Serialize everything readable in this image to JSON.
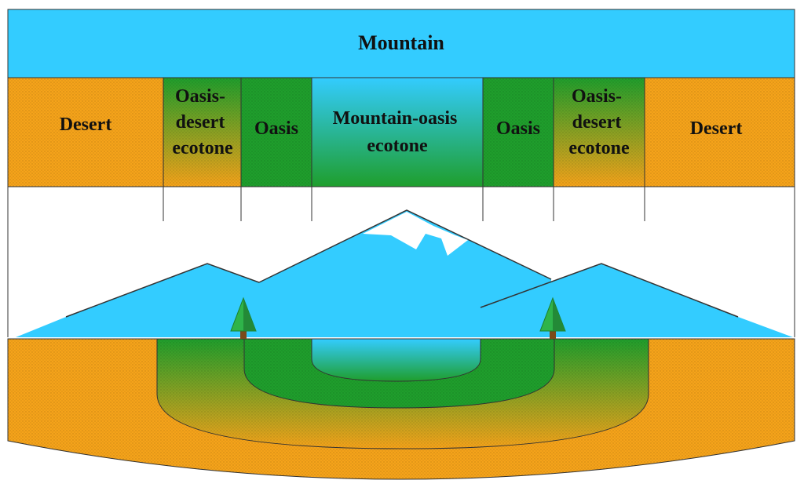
{
  "title": "Mountain",
  "zones": {
    "desert_left": [
      "Desert"
    ],
    "ecotone_left": [
      "Oasis-",
      "desert",
      "ecotone"
    ],
    "oasis_left": [
      "Oasis"
    ],
    "mountain_ecotone": [
      "Mountain-oasis",
      "ecotone"
    ],
    "oasis_right": [
      "Oasis"
    ],
    "ecotone_right": [
      "Oasis-",
      "desert",
      "ecotone"
    ],
    "desert_right": [
      "Desert"
    ]
  },
  "colors": {
    "mountain": "#33ccff",
    "desert": "#f5a31a",
    "oasis": "#1f9e2c",
    "outline": "#333333",
    "snow": "#ffffff",
    "tree": "#2fb44a"
  },
  "icons": [
    "mountain-icon",
    "snow-cap-icon",
    "tree-icon"
  ]
}
